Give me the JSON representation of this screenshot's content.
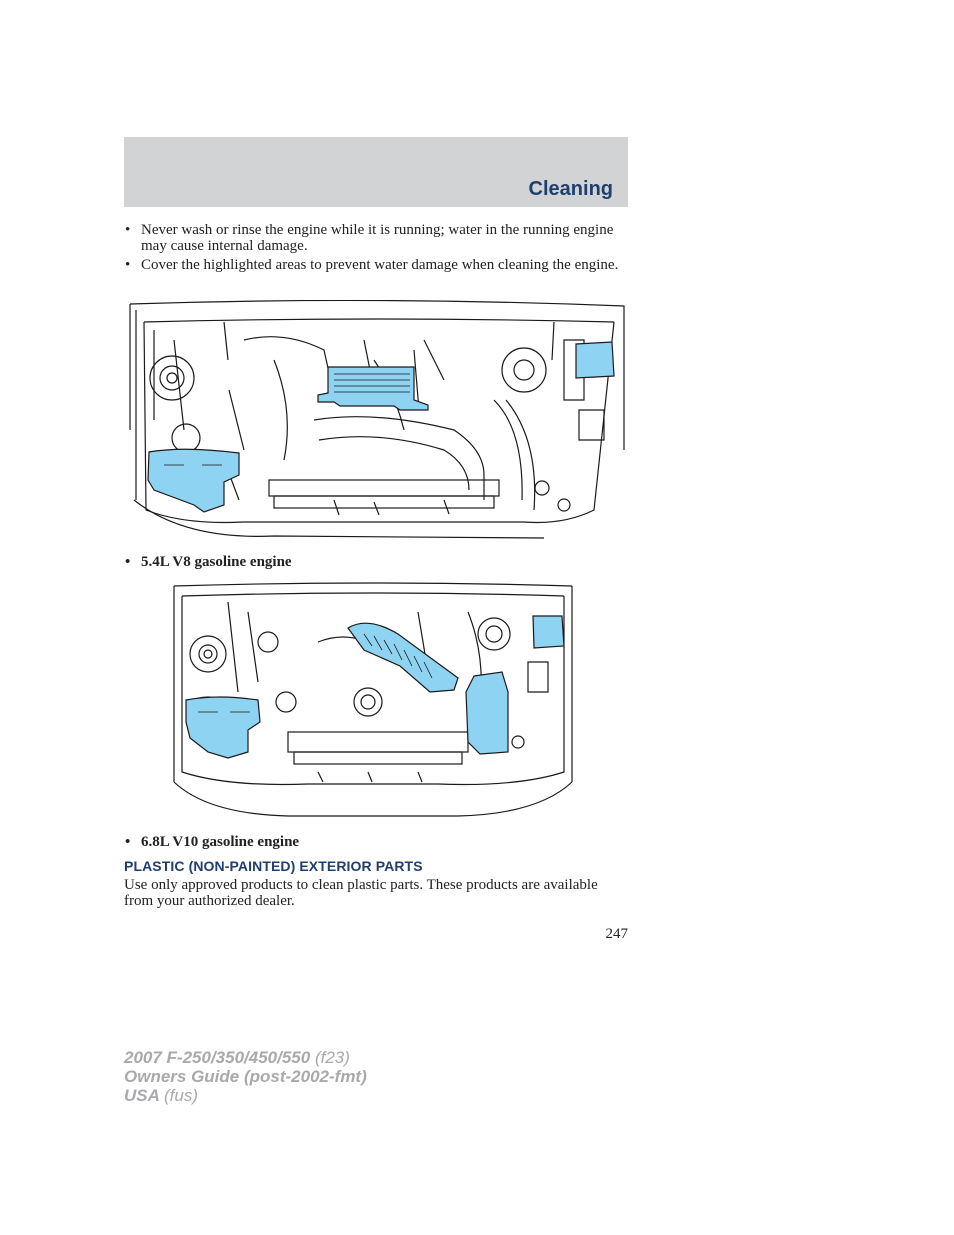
{
  "header": {
    "section_title": "Cleaning"
  },
  "bullets_top": [
    {
      "text": "Never wash or rinse the engine while it is running; water in the running engine may cause internal damage."
    },
    {
      "text": "Cover the highlighted areas to prevent water damage when cleaning the engine."
    }
  ],
  "figures": [
    {
      "caption": "5.4L V8 gasoline engine",
      "highlight_color": "#8fd3f2"
    },
    {
      "caption": "6.8L V10 gasoline engine",
      "highlight_color": "#8fd3f2"
    }
  ],
  "section": {
    "heading": "PLASTIC (NON-PAINTED) EXTERIOR PARTS",
    "paragraph": "Use only approved products to clean plastic parts. These products are available from your authorized dealer."
  },
  "page_number": "247",
  "footer": {
    "line1_bold": "2007 F-250/350/450/550",
    "line1_light": "(f23)",
    "line2": "Owners Guide (post-2002-fmt)",
    "line3_bold": "USA",
    "line3_light": "(fus)"
  }
}
